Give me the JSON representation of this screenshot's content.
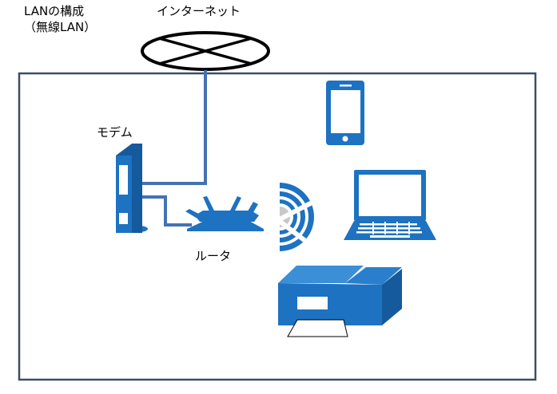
{
  "title": {
    "line1": "LANの構成",
    "line2": "（無線LAN）"
  },
  "labels": {
    "internet": "インターネット",
    "modem": "モデム",
    "router": "ルータ"
  },
  "colors": {
    "device_blue": "#1d72c2",
    "device_dark": "#155a9c",
    "cable": "#4472b4",
    "frame": "#3a4f66",
    "signal_gray": "#c8c8c8"
  },
  "icons": [
    "internet-cloud-icon",
    "modem-icon",
    "router-icon",
    "wifi-signal-icon",
    "smartphone-icon",
    "laptop-icon",
    "printer-icon"
  ]
}
